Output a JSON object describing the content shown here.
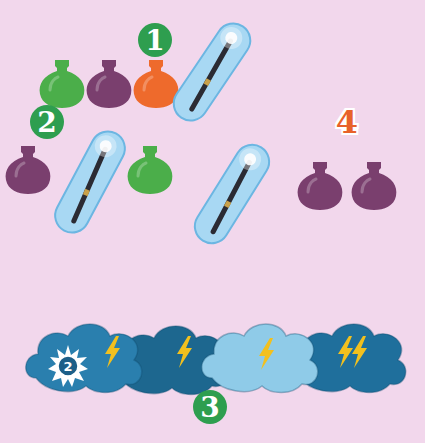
{
  "diagram": {
    "labels": [
      "1",
      "2",
      "4",
      "2",
      "3"
    ]
  }
}
